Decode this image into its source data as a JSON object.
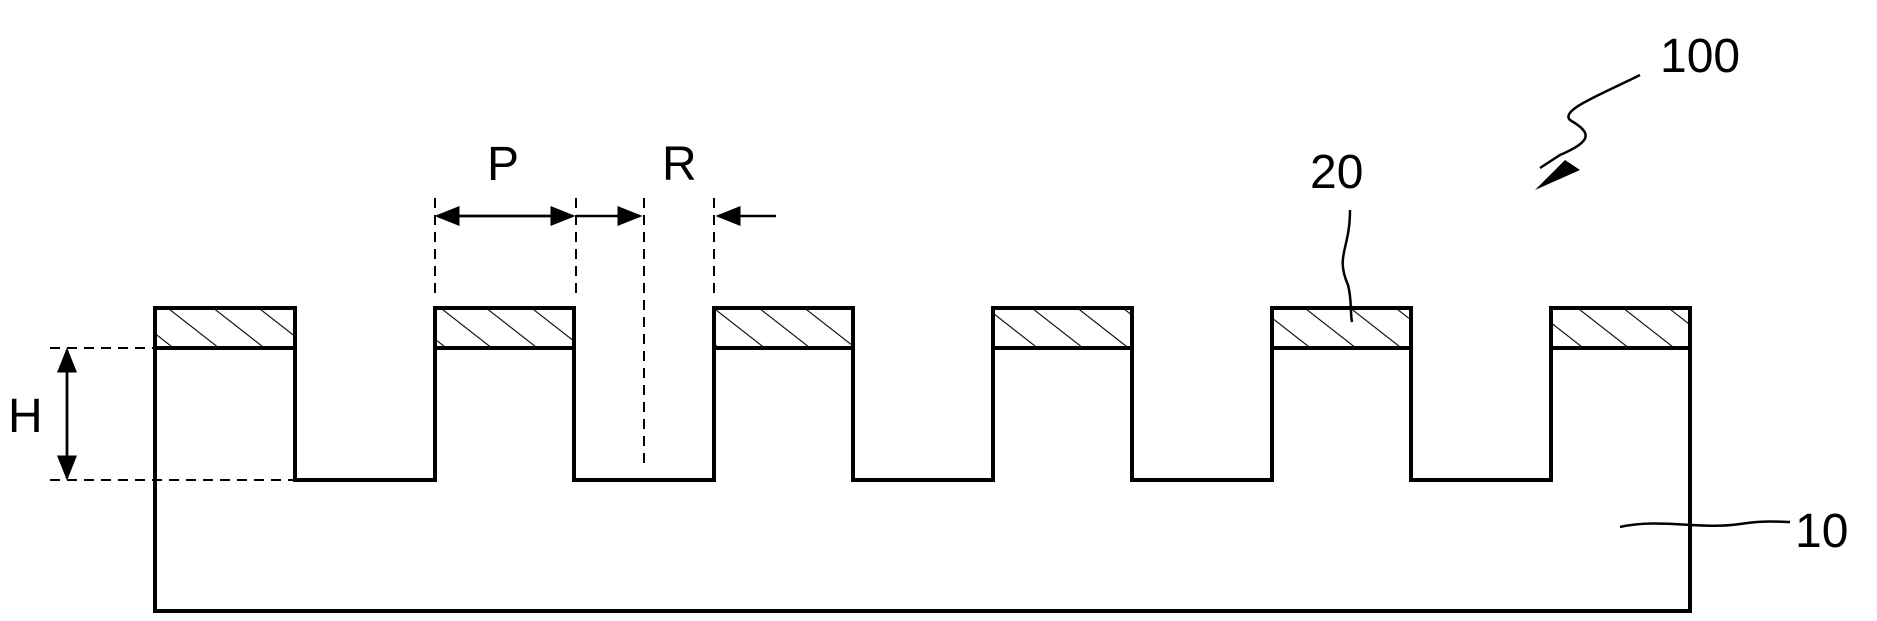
{
  "labels": {
    "assembly": "100",
    "layer": "20",
    "substrate": "10",
    "pitch": "P",
    "gap": "R",
    "height": "H"
  }
}
